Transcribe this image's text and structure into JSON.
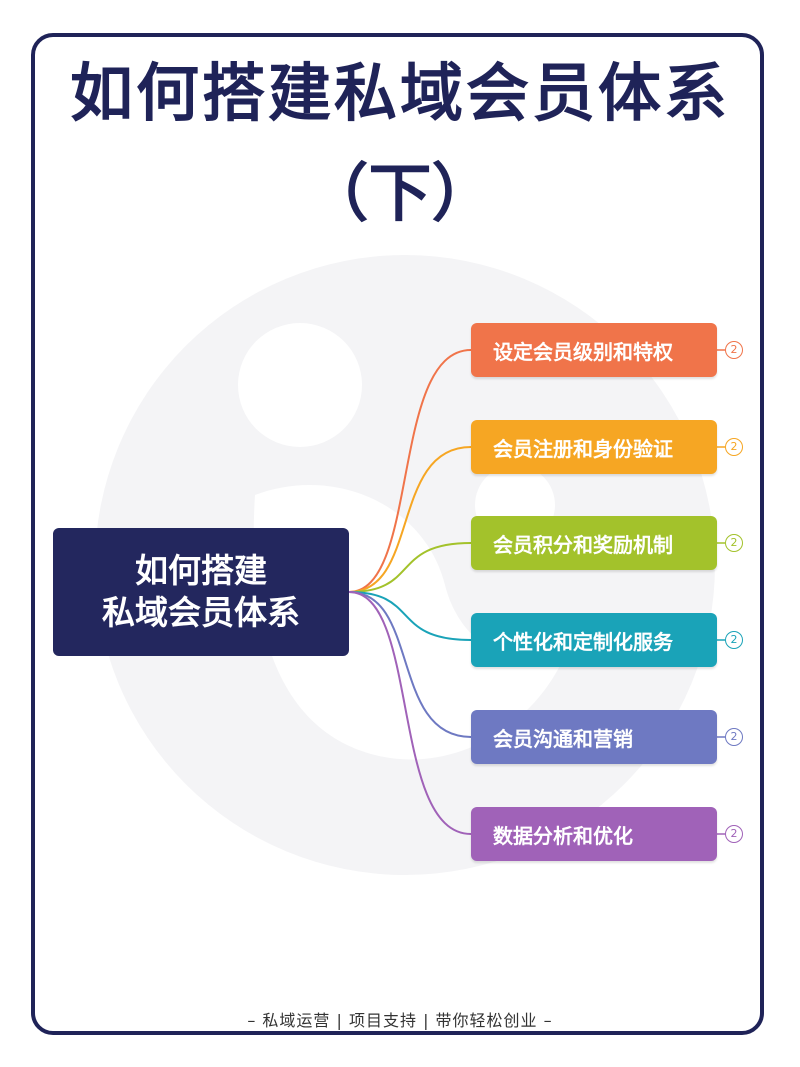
{
  "title": {
    "line1": "如何搭建私域会员体系",
    "line2": "（下）"
  },
  "root": {
    "line1": "如何搭建",
    "line2": "私域会员体系",
    "color": "#23275e"
  },
  "branches": [
    {
      "label": "设定会员级别和特权",
      "badge": "2",
      "color": "#f0744a"
    },
    {
      "label": "会员注册和身份验证",
      "badge": "2",
      "color": "#f6a623"
    },
    {
      "label": "会员积分和奖励机制",
      "badge": "2",
      "color": "#a3c22b"
    },
    {
      "label": "个性化和定制化服务",
      "badge": "2",
      "color": "#1aa3b8"
    },
    {
      "label": "会员沟通和营销",
      "badge": "2",
      "color": "#6e79c2"
    },
    {
      "label": "数据分析和优化",
      "badge": "2",
      "color": "#a062b8"
    }
  ],
  "footer": "– 私域运营 | 项目支持 | 带你轻松创业 –",
  "colors": {
    "frame": "#1f2358",
    "title": "#1f2358"
  }
}
